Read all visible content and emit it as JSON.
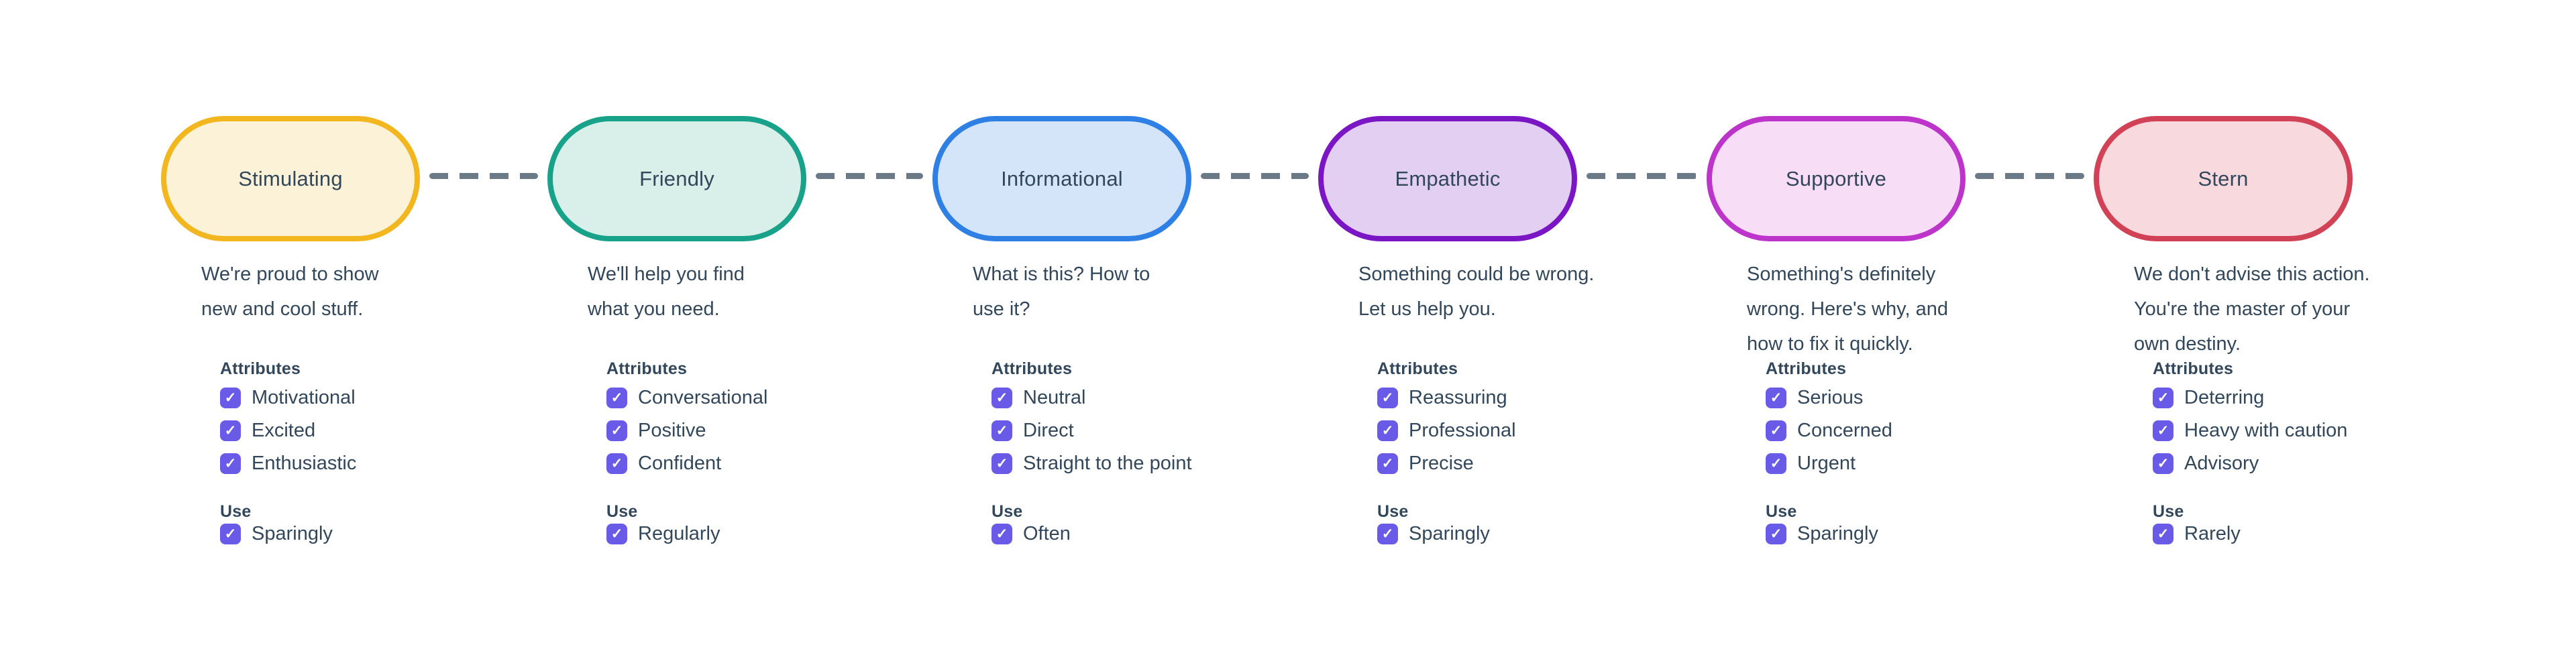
{
  "diagram": {
    "background": "#FFFFFF",
    "connector_color": "#6C7A87",
    "checkbox_color": "#6A5AE8",
    "check_glyph": "✓",
    "attributes_label": "Attributes",
    "use_label": "Use",
    "tones": [
      {
        "name": "Stimulating",
        "pill_border": "#F2B61E",
        "pill_fill": "#FCF2D7",
        "description": "We're proud to show\nnew and cool stuff.",
        "attributes": [
          "Motivational",
          "Excited",
          "Enthusiastic"
        ],
        "use": "Sparingly"
      },
      {
        "name": "Friendly",
        "pill_border": "#19A28A",
        "pill_fill": "#D9EFEA",
        "description": "We'll help you find\nwhat you need.",
        "attributes": [
          "Conversational",
          "Positive",
          "Confident"
        ],
        "use": "Regularly"
      },
      {
        "name": "Informational",
        "pill_border": "#2F80E4",
        "pill_fill": "#D4E5F9",
        "description": "What is this? How to\nuse it?",
        "attributes": [
          "Neutral",
          "Direct",
          "Straight to the point"
        ],
        "use": "Often"
      },
      {
        "name": "Empathetic",
        "pill_border": "#7B16C4",
        "pill_fill": "#E2CFF2",
        "description": "Something could be wrong.\nLet us help you.",
        "attributes": [
          "Reassuring",
          "Professional",
          "Precise"
        ],
        "use": "Sparingly"
      },
      {
        "name": "Supportive",
        "pill_border": "#BC34C9",
        "pill_fill": "#F8DDF7",
        "description": "Something's definitely\nwrong. Here's why, and\nhow to fix it quickly.",
        "attributes": [
          "Serious",
          "Concerned",
          "Urgent"
        ],
        "use": "Sparingly"
      },
      {
        "name": "Stern",
        "pill_border": "#D24257",
        "pill_fill": "#F8D9DD",
        "description": "We don't advise this action.\nYou're the master of your\nown destiny.",
        "attributes": [
          "Deterring",
          "Heavy with caution",
          "Advisory"
        ],
        "use": "Rarely"
      }
    ]
  }
}
